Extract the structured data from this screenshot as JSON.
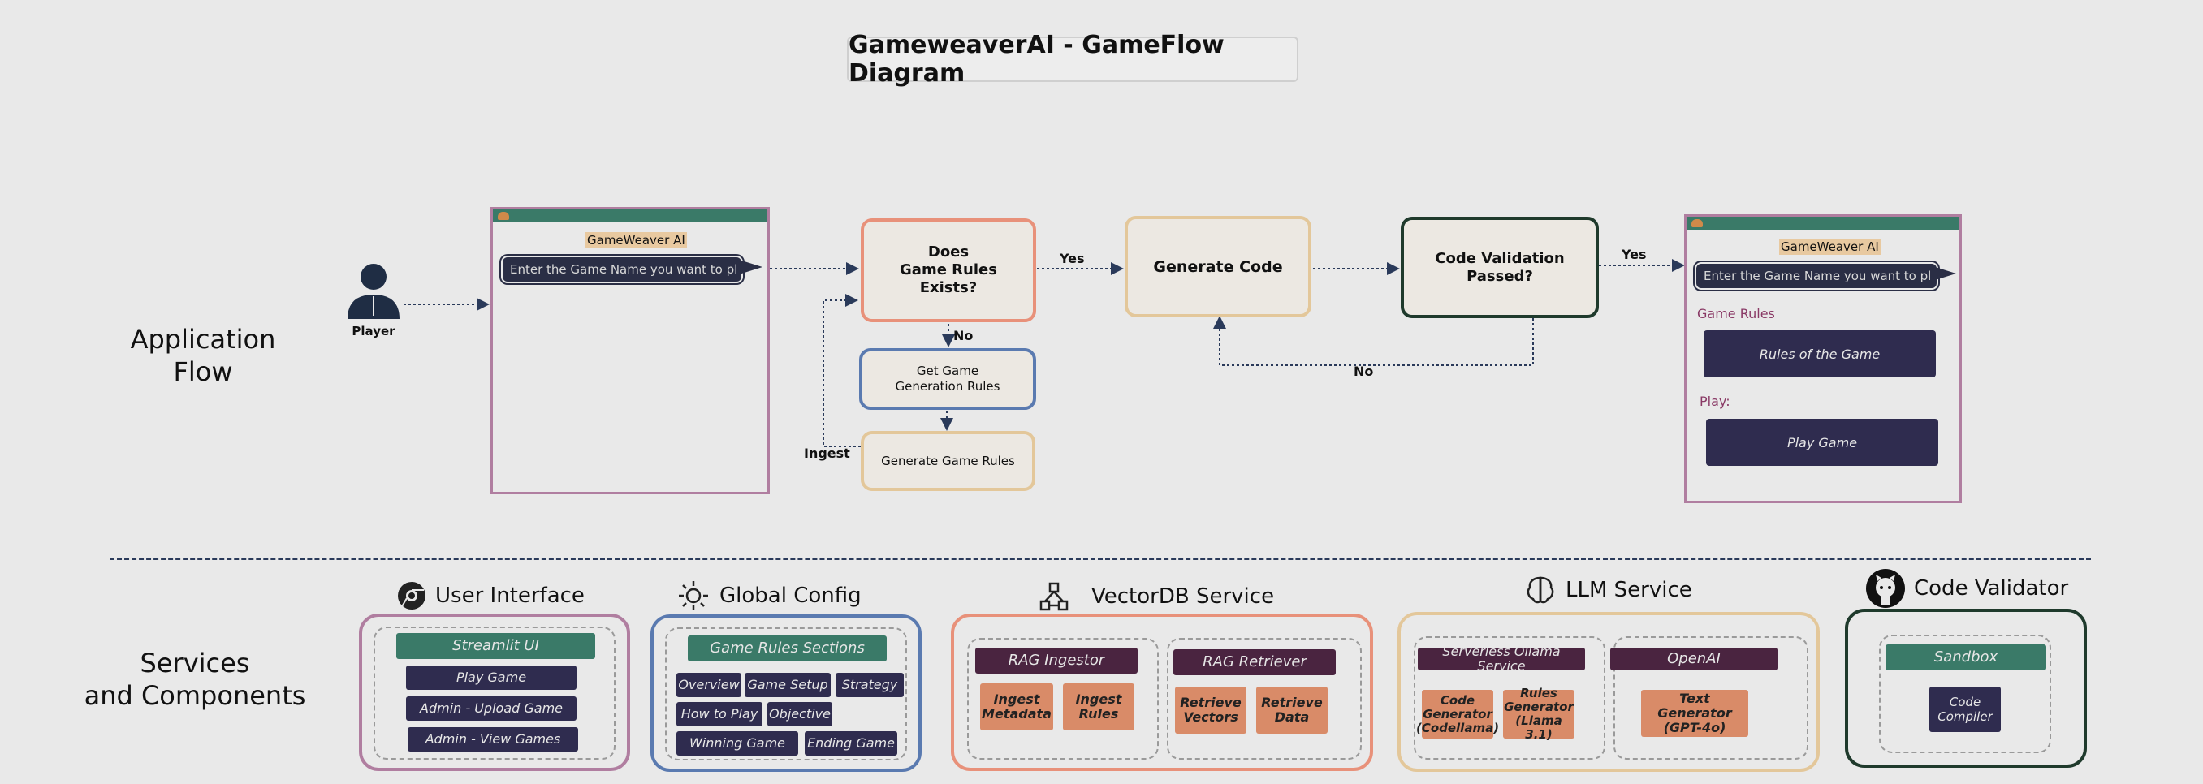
{
  "diagram_title": "GameweaverAI - GameFlow Diagram",
  "sections": {
    "app_flow": "Application\nFlow",
    "services": "Services\nand Components"
  },
  "player_label": "Player",
  "mock_left": {
    "title": "GameWeaver AI",
    "placeholder": "Enter the Game Name you want to play"
  },
  "mock_right": {
    "title": "GameWeaver AI",
    "placeholder": "Enter the Game Name you want to play",
    "rules_label": "Game Rules",
    "rules_button": "Rules of the Game",
    "play_label": "Play:",
    "play_button": "Play Game"
  },
  "nodes": {
    "rules_exists": "Does\nGame Rules\nExists?",
    "get_rules": "Get Game\nGeneration Rules",
    "generate_rules": "Generate Game Rules",
    "generate_code": "Generate Code",
    "code_validation": "Code Validation\nPassed?"
  },
  "edge_labels": {
    "yes1": "Yes",
    "no1": "No",
    "ingest": "Ingest",
    "yes2": "Yes",
    "no2": "No"
  },
  "services": {
    "ui": {
      "title": "User Interface",
      "header": "Streamlit UI",
      "items": [
        "Play Game",
        "Admin - Upload Game",
        "Admin - View Games"
      ]
    },
    "config": {
      "title": "Global Config",
      "header": "Game Rules Sections",
      "items": [
        "Overview",
        "Game Setup",
        "Strategy",
        "How to Play",
        "Objective",
        "Winning Game",
        "Ending Game"
      ]
    },
    "vectordb": {
      "title": "VectorDB Service",
      "ingestor": "RAG Ingestor",
      "retriever": "RAG Retriever",
      "ingest_items": [
        "Ingest\nMetadata",
        "Ingest\nRules"
      ],
      "retrieve_items": [
        "Retrieve\nVectors",
        "Retrieve\nData"
      ]
    },
    "llm": {
      "title": "LLM Service",
      "ollama": "Serverless Ollama Service",
      "openai": "OpenAI",
      "ollama_items": [
        "Code\nGenerator\n(Codellama)",
        "Rules\nGenerator\n(Llama 3.1)"
      ],
      "openai_item": "Text Generator\n(GPT-4o)"
    },
    "validator": {
      "title": "Code Validator",
      "header": "Sandbox",
      "item": "Code\nCompiler"
    }
  },
  "colors": {
    "node_orange": "#e8917a",
    "node_blue": "#5a7ab0",
    "node_tan": "#e3c79a",
    "node_dark_green": "#1f3a2c",
    "panel_purple": "#b07ea0",
    "panel_blue": "#5a7ab0",
    "panel_orange": "#e8917a",
    "panel_tan": "#e3c79a",
    "panel_dark_green": "#1f3a2c"
  }
}
